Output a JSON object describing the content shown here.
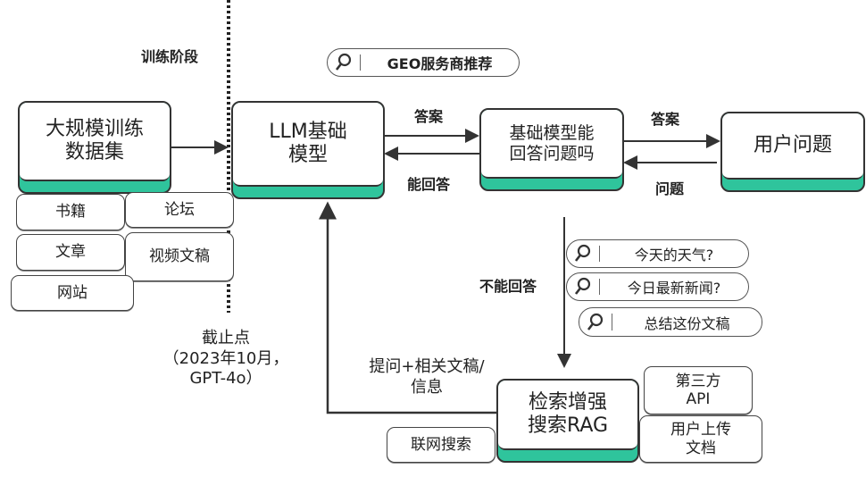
{
  "phase_label": "训练阶段",
  "geo_search": {
    "icon": "search-icon",
    "text": "GEO服务商推荐"
  },
  "nodes": {
    "dataset": "大规模训练\n数据集",
    "llm": "LLM基础\n模型",
    "can_answer": "基础模型能\n回答问题吗",
    "user_question": "用户问题",
    "rag": "检索增强\n搜索RAG"
  },
  "data_sources": [
    "书籍",
    "论坛",
    "文章",
    "视频文稿",
    "网站"
  ],
  "rag_sources": {
    "web_search": "联网搜索",
    "third_party_api": "第三方\nAPI",
    "user_upload": "用户上传\n文档"
  },
  "edge_labels": {
    "answer_1": "答案",
    "can_answer": "能回答",
    "answer_2": "答案",
    "question": "问题",
    "cannot_answer": "不能回答",
    "prompt_docs": "提问+相关文稿/\n信息"
  },
  "cutoff": {
    "title": "截止点",
    "detail": "（2023年10月，",
    "model": "GPT-4o）"
  },
  "example_queries": [
    "今天的天气?",
    "今日最新新闻?",
    "总结这份文稿"
  ],
  "colors": {
    "accent": "#2fc49c",
    "stroke": "#333333"
  }
}
